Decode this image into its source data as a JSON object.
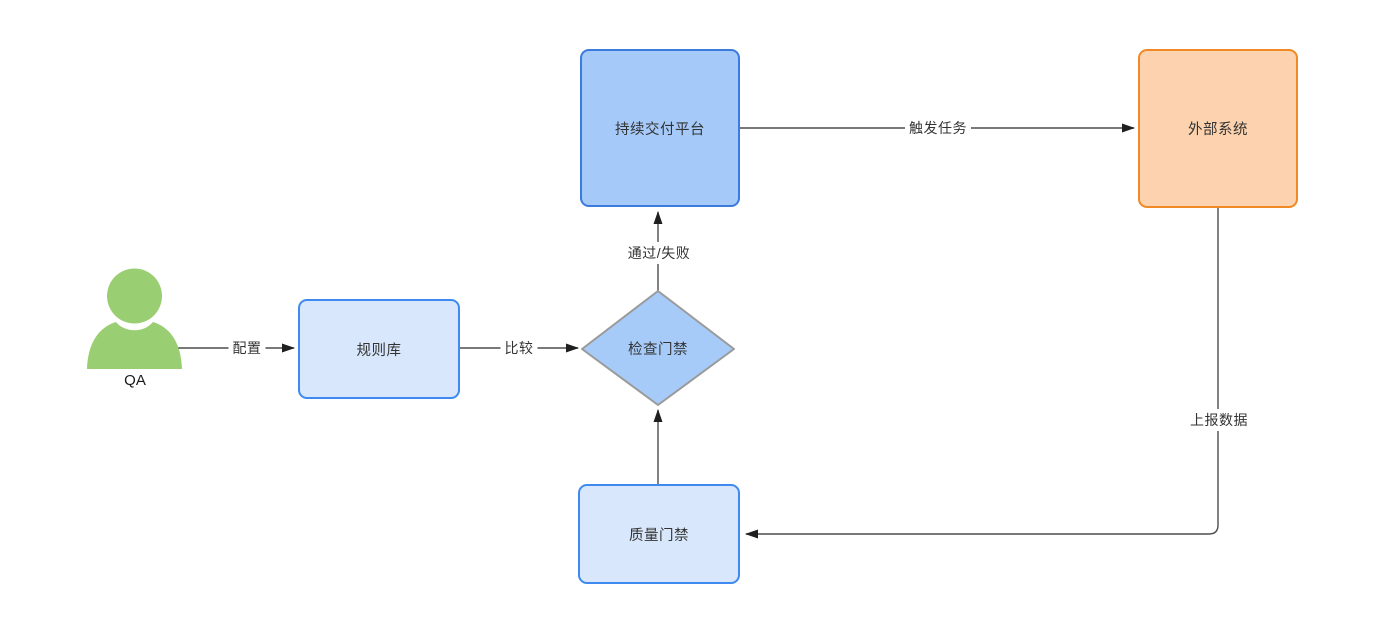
{
  "nodes": {
    "actor": {
      "label": "QA",
      "shape": "actor"
    },
    "rule_library": {
      "label": "规则库",
      "shape": "rounded-rect"
    },
    "check_gate": {
      "label": "检查门禁",
      "shape": "diamond"
    },
    "cd_platform": {
      "label": "持续交付平台",
      "shape": "rounded-rect"
    },
    "external_system": {
      "label": "外部系统",
      "shape": "rounded-rect"
    },
    "quality_gate": {
      "label": "质量门禁",
      "shape": "rounded-rect"
    }
  },
  "edges": {
    "configure": {
      "label": "配置",
      "from": "actor",
      "to": "rule_library"
    },
    "compare": {
      "label": "比较",
      "from": "rule_library",
      "to": "check_gate"
    },
    "pass_fail": {
      "label": "通过/失败",
      "from": "check_gate",
      "to": "cd_platform"
    },
    "trigger_task": {
      "label": "触发任务",
      "from": "cd_platform",
      "to": "external_system"
    },
    "report_data": {
      "label": "上报数据",
      "from": "external_system",
      "to": "quality_gate"
    },
    "feed_gate": {
      "label": "",
      "from": "quality_gate",
      "to": "check_gate"
    }
  },
  "colors": {
    "canvas_bg": "#ffffff",
    "blue_strong_fill": "#a5c9f8",
    "blue_strong_stroke": "#3b7bdc",
    "blue_light_fill": "#d8e7fb",
    "blue_light_stroke": "#3e8af0",
    "diamond_fill": "#a7cbf8",
    "diamond_stroke": "#9a9a9a",
    "orange_fill": "#fcd3ae",
    "orange_stroke": "#f08a26",
    "actor_green": "#9ace72",
    "line": "#4d4d4d",
    "arrow": "#1f1f1f",
    "text": "#333333"
  }
}
